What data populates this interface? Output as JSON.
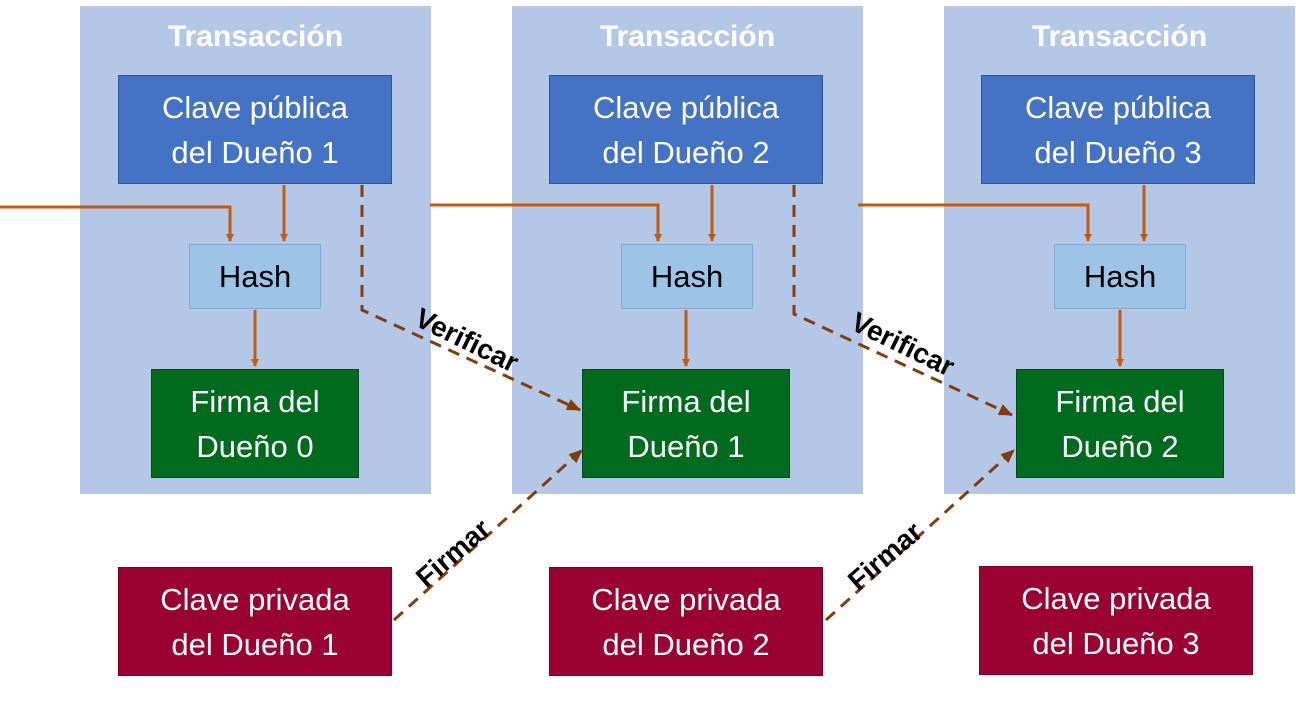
{
  "diagram": {
    "transactions": [
      {
        "title": "Transacción",
        "public_key": "Clave pública\ndel Dueño 1",
        "hash": "Hash",
        "signature": "Firma del\nDueño 0"
      },
      {
        "title": "Transacción",
        "public_key": "Clave pública\ndel Dueño 2",
        "hash": "Hash",
        "signature": "Firma del\nDueño 1"
      },
      {
        "title": "Transacción",
        "public_key": "Clave pública\ndel Dueño 3",
        "hash": "Hash",
        "signature": "Firma del\nDueño 2"
      }
    ],
    "private_keys": [
      "Clave privada\ndel Dueño 1",
      "Clave privada\ndel Dueño 2",
      "Clave privada\ndel Dueño 3"
    ],
    "edge_labels": {
      "verify": "Verificar",
      "sign": "Firmar"
    },
    "colors": {
      "panel": "#b4c7e7",
      "public_key": "#4472c4",
      "hash": "#9dc3e6",
      "signature": "#006b1f",
      "private_key": "#9b0033",
      "solid_arrow": "#c55a11",
      "dashed_arrow": "#843c0c"
    }
  }
}
